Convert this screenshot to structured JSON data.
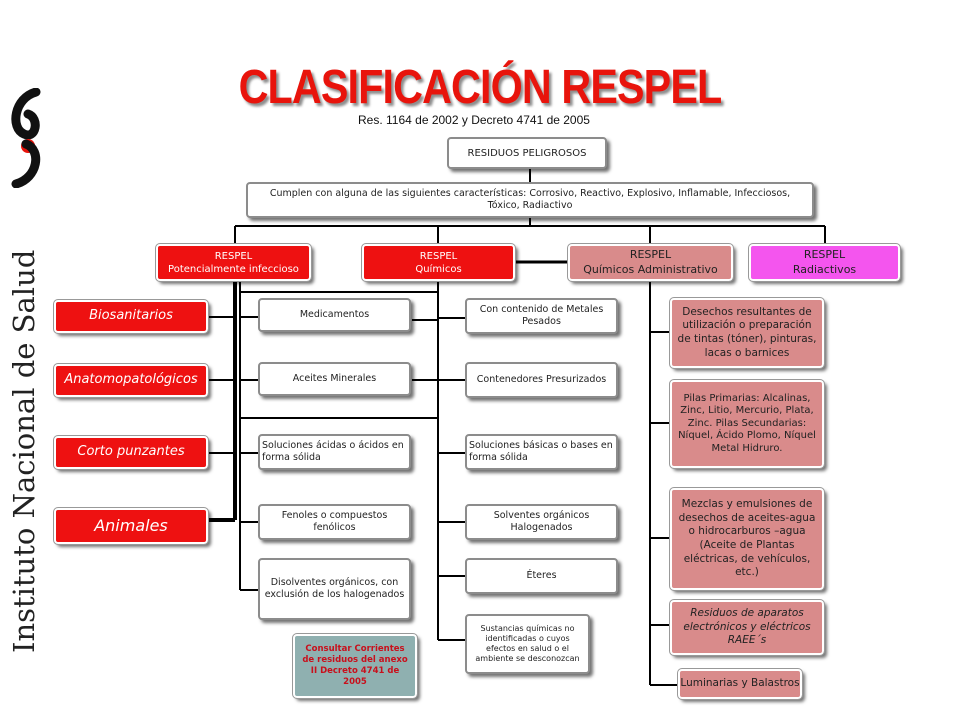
{
  "brand": {
    "text": "Instituto Nacional de Salud"
  },
  "title": "CLASIFICACIÓN RESPEL",
  "subtitle": "Res. 1164 de 2002 y Decreto 4741 de 2005",
  "root": "RESIDUOS PELIGROSOS",
  "criteria": "Cumplen con alguna de las siguientes características: Corrosivo, Reactivo, Explosivo, Inflamable, Infecciosos, Tóxico, Radiactivo",
  "categories": [
    {
      "line1": "RESPEL",
      "line2": "Potencialmente infeccioso"
    },
    {
      "line1": "RESPEL",
      "line2": "Químicos"
    },
    {
      "line1": "RESPEL",
      "line2": "Químicos Administrativo"
    },
    {
      "line1": "RESPEL",
      "line2": "Radiactivos"
    }
  ],
  "infecciosos": [
    "Biosanitarios",
    "Anatomopatológicos",
    "Corto punzantes",
    "Animales"
  ],
  "quimicos_col1": [
    "Medicamentos",
    "Aceites Minerales",
    "Soluciones ácidas o ácidos en forma sólida",
    "Fenoles o compuestos fenólicos",
    "Disolventes orgánicos, con exclusión de los halogenados"
  ],
  "quimicos_col2": [
    "Con contenido de Metales Pesados",
    "Contenedores Presurizados",
    "Soluciones básicas o bases en forma sólida",
    "Solventes orgánicos Halogenados",
    "Éteres",
    "Sustancias químicas no identificadas o cuyos efectos en salud o el ambiente se desconozcan"
  ],
  "consultar": "Consultar Corrientes de residuos del anexo II Decreto 4741 de 2005",
  "administrativo": [
    "Desechos resultantes de utilización o preparación de tintas (tóner), pinturas, lacas o barnices",
    "Pilas Primarias: Alcalinas, Zinc, Litio, Mercurio, Plata, Zinc. Pilas Secundarias: Níquel, Ácido Plomo, Níquel Metal Hidruro.",
    "Mezclas y emulsiones de desechos de aceites-agua o hidrocarburos –agua (Aceite de Plantas eléctricas, de vehículos, etc.)",
    "Residuos de aparatos electrónicos y eléctricos RAEE´s",
    "Luminarias y Balastros"
  ],
  "colors": {
    "title": "#e8140c",
    "red": "#ee1111",
    "rose": "#d98b8b",
    "magenta": "#f455ee",
    "teal": "#8fb0b0"
  }
}
